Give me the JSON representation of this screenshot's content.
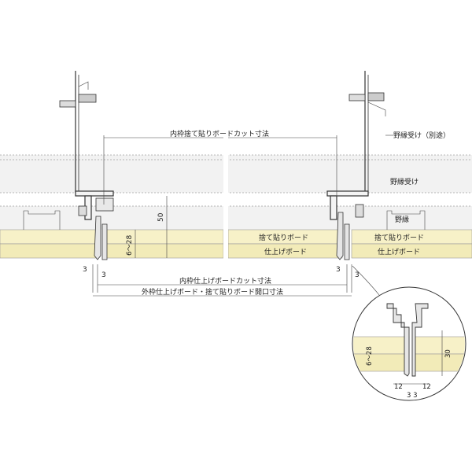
{
  "labels": {
    "inner_cut": "内枠捨て貼りボードカット寸法",
    "nobuchi_uke_betto": "野縁受け（別途）",
    "nobuchi_uke": "野縁受け",
    "nobuchi": "野縁",
    "sute_board_left": "捨て貼りボード",
    "finish_board_left": "仕上げボード",
    "sute_board_right": "捨て貼りボード",
    "finish_board_right": "仕上げボード",
    "inner_finish_cut": "内枠仕上げボードカット寸法",
    "outer_open": "外枠仕上げボード・捨て貼りボード開口寸法"
  },
  "dims": {
    "d50": "50",
    "range_left": "6～28",
    "three_a": "3",
    "three_b": "3",
    "three_c": "3",
    "three_d": "3",
    "detail_range": "6～28",
    "detail_30": "30",
    "detail_12_left": "12",
    "detail_12_right": "12",
    "detail_33": "3 3"
  }
}
